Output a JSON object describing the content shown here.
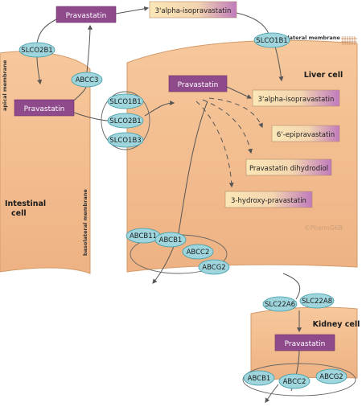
{
  "colors": {
    "cell_fill": "#f2bd8d",
    "cell_stroke": "#d39a6a",
    "transporter_fill": "#9fd6de",
    "transporter_stroke": "#3f9aa8",
    "drug_fill": "#8f4a8c",
    "metabolite_fill_start": "#fbe7b6",
    "metabolite_fill_end": "#c07bbd",
    "arrow": "#555555"
  },
  "cells": {
    "intestinal": {
      "label_line1": "Intestinal",
      "label_line2": "cell",
      "apical_membrane": "apical membrane",
      "basolateral_membrane": "basolateral membrane"
    },
    "liver": {
      "label": "Liver cell",
      "basolateral_membrane": "basolateral membrane"
    },
    "kidney": {
      "label": "Kidney cell"
    }
  },
  "drugs": {
    "lumen": "Pravastatin",
    "intestinal": "Pravastatin",
    "liver": "Pravastatin",
    "kidney": "Pravastatin"
  },
  "metabolites": {
    "outside": "3'alpha-isopravastatin",
    "liver": [
      "3'alpha-isopravastatin",
      "6'-epipravastatin",
      "Pravastatin dihydrodiol",
      "3-hydroxy-pravastatin"
    ]
  },
  "transporters": {
    "slco2b1_apical": "SLCO2B1",
    "abcc3": "ABCC3",
    "slco1b1_top": "SLCO1B1",
    "slco1b1": "SLCO1B1",
    "slco2b1": "SLCO2B1",
    "slco1b3": "SLCO1B3",
    "abcb11": "ABCB11",
    "abcb1_liver": "ABCB1",
    "abcc2_liver": "ABCC2",
    "abcg2_liver": "ABCG2",
    "slc22a6": "SLC22A6",
    "slc22a8": "SLC22A8",
    "abcb1_kidney": "ABCB1",
    "abcc2_kidney": "ABCC2",
    "abcg2_kidney": "ABCG2"
  },
  "watermark": "©PharmGKB"
}
